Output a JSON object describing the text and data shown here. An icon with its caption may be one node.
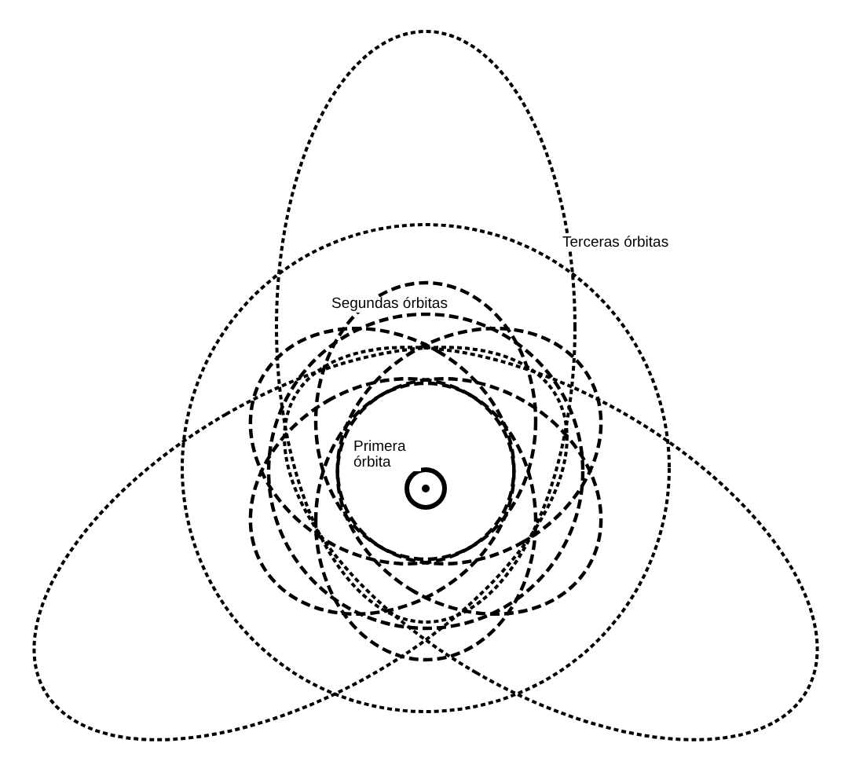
{
  "diagram": {
    "labels": [
      "Terceras órbitas",
      "Segundas órbitas",
      "Primera órbita"
    ]
  }
}
